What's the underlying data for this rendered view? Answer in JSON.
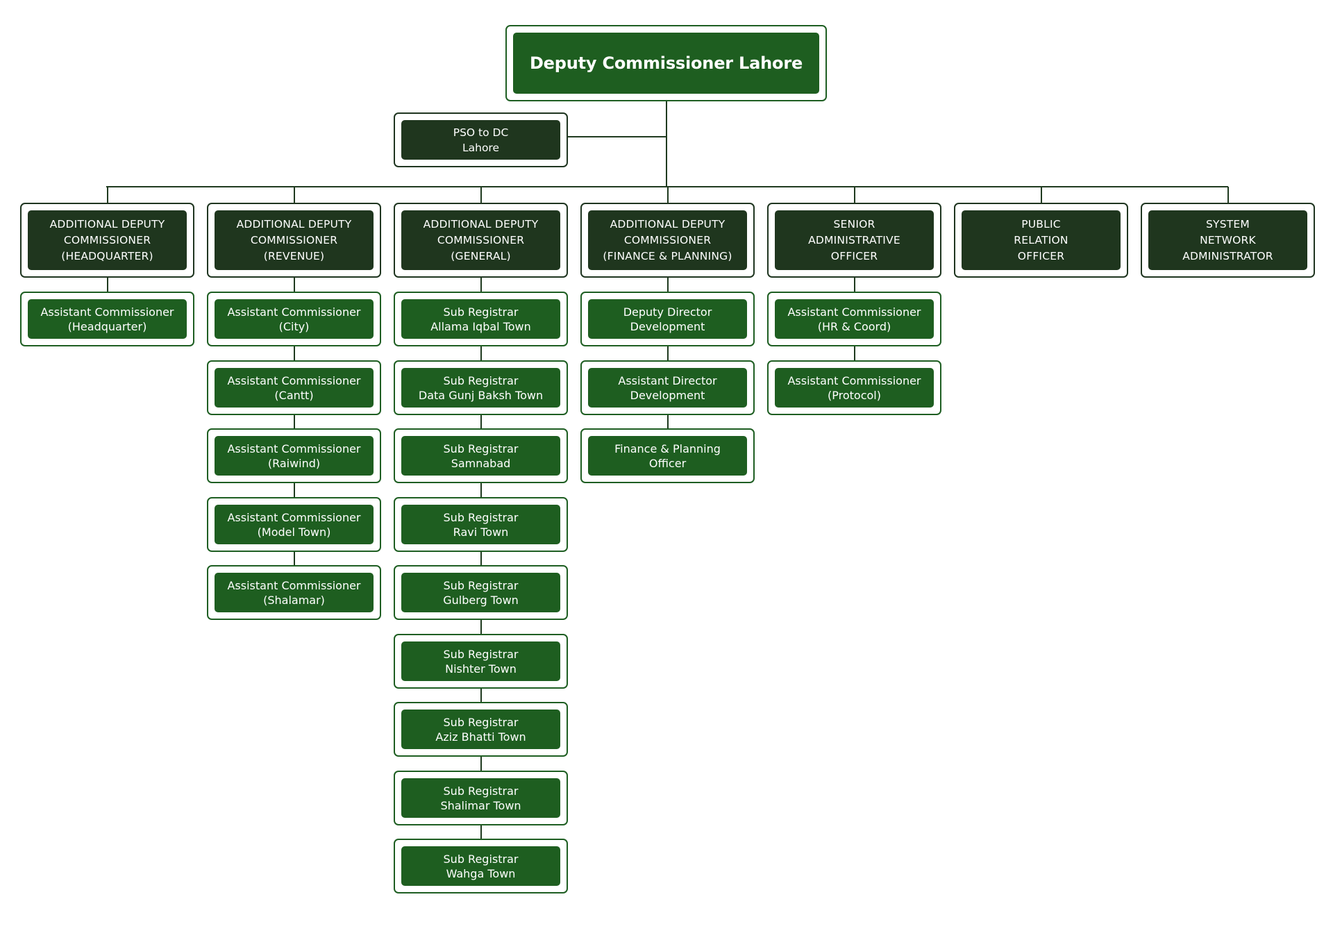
{
  "chart": {
    "root": {
      "label": "Deputy Commissioner Lahore"
    },
    "staff": {
      "label": "PSO to DC\nLahore"
    },
    "departments": [
      {
        "label": "ADDITIONAL DEPUTY\nCOMMISSIONER\n(HEADQUARTER)",
        "children": [
          "Assistant Commissioner\n(Headquarter)"
        ]
      },
      {
        "label": "ADDITIONAL DEPUTY\nCOMMISSIONER\n(REVENUE)",
        "children": [
          "Assistant Commissioner\n(City)",
          "Assistant Commissioner\n(Cantt)",
          "Assistant Commissioner\n(Raiwind)",
          "Assistant Commissioner\n(Model Town)",
          "Assistant Commissioner\n(Shalamar)"
        ]
      },
      {
        "label": "ADDITIONAL DEPUTY\nCOMMISSIONER\n(GENERAL)",
        "children": [
          "Sub Registrar\nAllama Iqbal Town",
          "Sub Registrar\nData Gunj Baksh Town",
          "Sub Registrar\nSamnabad",
          "Sub Registrar\nRavi Town",
          "Sub Registrar\nGulberg Town",
          "Sub Registrar\nNishter Town",
          "Sub Registrar\nAziz Bhatti Town",
          "Sub Registrar\nShalimar Town",
          "Sub Registrar\nWahga Town"
        ]
      },
      {
        "label": "ADDITIONAL DEPUTY\nCOMMISSIONER\n(FINANCE & PLANNING)",
        "children": [
          "Deputy Director\nDevelopment",
          "Assistant Director\nDevelopment",
          "Finance & Planning\nOfficer"
        ]
      },
      {
        "label": "SENIOR\nADMINISTRATIVE\nOFFICER",
        "children": [
          "Assistant Commissioner\n(HR & Coord)",
          "Assistant Commissioner\n(Protocol)"
        ]
      },
      {
        "label": "PUBLIC\nRELATION\nOFFICER",
        "children": []
      },
      {
        "label": "SYSTEM\nNETWORK\nADMINISTRATOR",
        "children": []
      }
    ]
  },
  "colors": {
    "header_fill": "#1f361e",
    "node_fill": "#1e5e20",
    "connector": "#1f3a1f",
    "text": "#ffffff"
  }
}
